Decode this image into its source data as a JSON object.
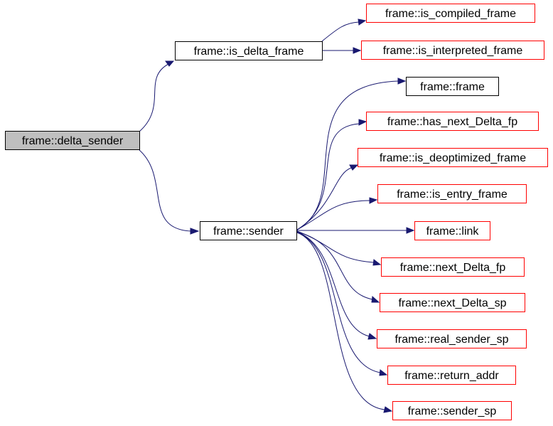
{
  "colors": {
    "edge": "#191970",
    "root_fill": "#bfbfbf",
    "node_border_plain": "#000000",
    "node_border_link": "#ff0000",
    "node_fill": "#ffffff"
  },
  "nodes": {
    "delta_sender": "frame::delta_sender",
    "is_delta_frame": "frame::is_delta_frame",
    "sender": "frame::sender",
    "is_compiled_frame": "frame::is_compiled_frame",
    "is_interpreted_frame": "frame::is_interpreted_frame",
    "frame": "frame::frame",
    "has_next_Delta_fp": "frame::has_next_Delta_fp",
    "is_deoptimized_frame": "frame::is_deoptimized_frame",
    "is_entry_frame": "frame::is_entry_frame",
    "link": "frame::link",
    "next_Delta_fp": "frame::next_Delta_fp",
    "next_Delta_sp": "frame::next_Delta_sp",
    "real_sender_sp": "frame::real_sender_sp",
    "return_addr": "frame::return_addr",
    "sender_sp": "frame::sender_sp"
  },
  "edges": [
    {
      "from": "delta_sender",
      "to": "is_delta_frame"
    },
    {
      "from": "delta_sender",
      "to": "sender"
    },
    {
      "from": "is_delta_frame",
      "to": "is_compiled_frame"
    },
    {
      "from": "is_delta_frame",
      "to": "is_interpreted_frame"
    },
    {
      "from": "sender",
      "to": "frame"
    },
    {
      "from": "sender",
      "to": "has_next_Delta_fp"
    },
    {
      "from": "sender",
      "to": "is_deoptimized_frame"
    },
    {
      "from": "sender",
      "to": "is_entry_frame"
    },
    {
      "from": "sender",
      "to": "link"
    },
    {
      "from": "sender",
      "to": "next_Delta_fp"
    },
    {
      "from": "sender",
      "to": "next_Delta_sp"
    },
    {
      "from": "sender",
      "to": "real_sender_sp"
    },
    {
      "from": "sender",
      "to": "return_addr"
    },
    {
      "from": "sender",
      "to": "sender_sp"
    }
  ]
}
